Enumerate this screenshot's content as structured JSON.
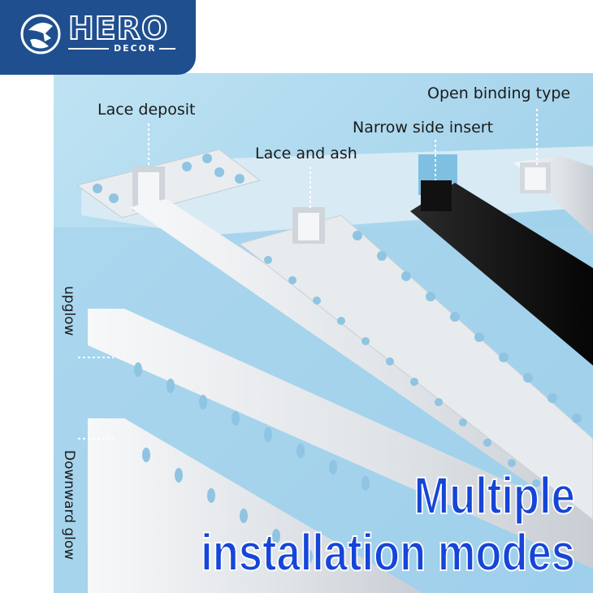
{
  "brand": {
    "name": "HERO",
    "sub": "DECOR"
  },
  "labels": {
    "lace_deposit": "Lace deposit",
    "lace_and_ash": "Lace and ash",
    "narrow_side_insert": "Narrow side insert",
    "open_binding_type": "Open binding type",
    "upglow": "upglow",
    "downward_glow": "Downward glow"
  },
  "headline": {
    "line1": "Multiple",
    "line2": "installation modes"
  },
  "colors": {
    "background_blue": "#a9d7ee",
    "brand_navy": "#1f4f8f",
    "headline_blue": "#1646d8",
    "profile_aluminum": "#e6e9ec",
    "profile_black": "#151515"
  }
}
